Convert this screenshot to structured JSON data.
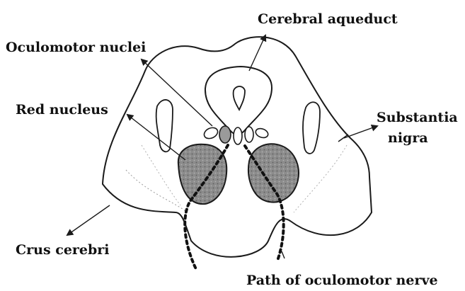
{
  "labels": {
    "cerebral_aqueduct": "Cerebral aqueduct",
    "oculomotor_nuclei": "Oculomotor nuclei",
    "red_nucleus": "Red nucleus",
    "substantia_nigra_line1": "Substantia",
    "substantia_nigra_line2": "nigra",
    "crus_cerebri": "Crus cerebri",
    "path_of_oculomotor_nerve": "Path of oculomotor nerve"
  },
  "colors": {
    "outline": "#1a1a1a",
    "red_nucleus_fill": "#8c8c8c",
    "text": "#111111"
  }
}
